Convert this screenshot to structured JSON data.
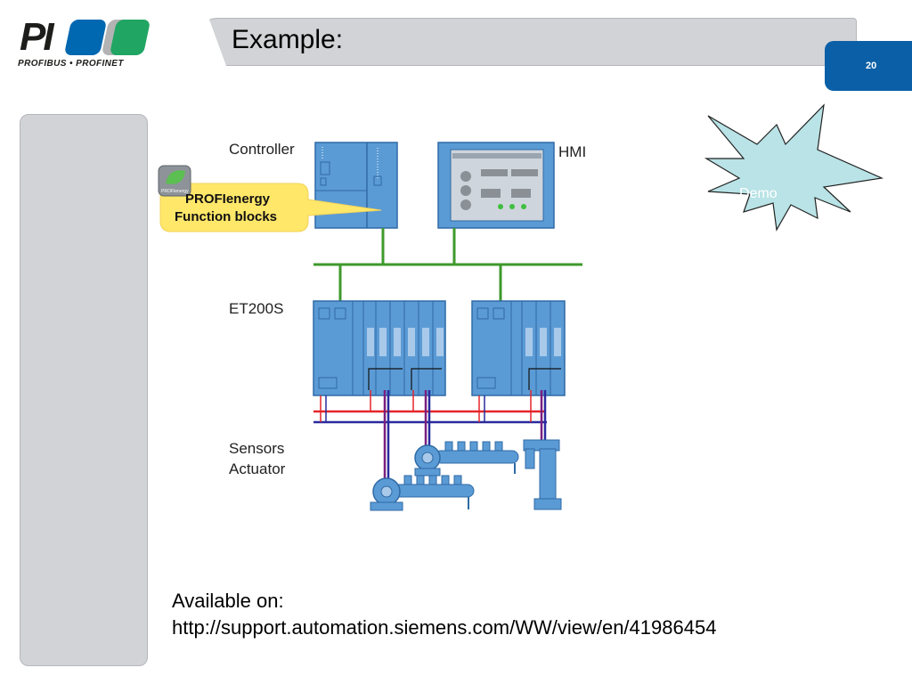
{
  "logo": {
    "mark": "PI",
    "subtitle": "PROFIBUS • PROFINET",
    "colors": [
      "#0067b1",
      "#b3b3b3",
      "#20a563"
    ]
  },
  "slide": {
    "title": "Example:",
    "page_number": "20"
  },
  "diagram": {
    "labels": {
      "controller": "Controller",
      "hmi": "HMI",
      "et200s": "ET200S",
      "sensors": "Sensors",
      "actuator": "Actuator"
    },
    "callout": {
      "line1": "PROFIenergy",
      "line2": "Function blocks",
      "badge_text": "PROFIenergy"
    },
    "starburst_text": "Demo",
    "colors": {
      "device_blue": "#5b9bd5",
      "network_green": "#3e9a2c",
      "wire_red": "#e5262a",
      "wire_blue": "#2a2a9e",
      "wire_purple": "#7a1f7e",
      "callout_yellow": "#ffe769",
      "starburst_fill": "#b9e3e6"
    }
  },
  "footer": {
    "line1": "Available on:",
    "line2": "http://support.automation.siemens.com/WW/view/en/41986454"
  }
}
